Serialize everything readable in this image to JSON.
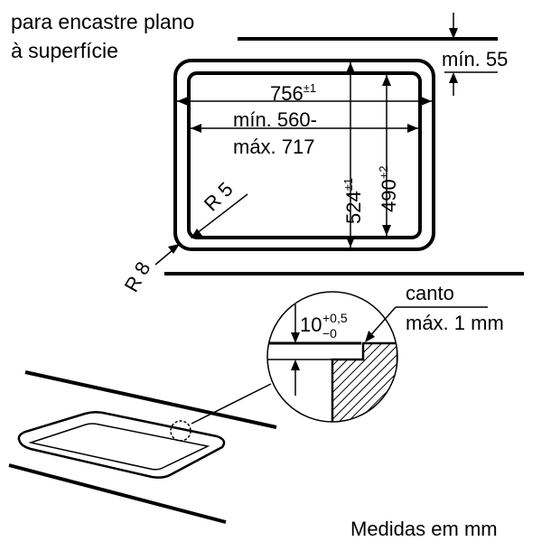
{
  "heading": {
    "line1": "para encastre plano",
    "line2": "à superfície"
  },
  "dims": {
    "min_depth": "mín. 55",
    "width_outer": "756",
    "width_outer_tol": "±1",
    "width_inner_min": "mín. 560-",
    "width_inner_max": "máx. 717",
    "depth_outer": "524",
    "depth_outer_tol": "±1",
    "depth_inner": "490",
    "depth_inner_tol": "+2",
    "radius_inner": "R 5",
    "radius_outer": "R 8"
  },
  "detail": {
    "edge_line1": "canto",
    "edge_line2": "máx. 1 mm",
    "recess_value": "10",
    "recess_tol_upper": "+0,5",
    "recess_tol_lower": "−0"
  },
  "footer": {
    "units_note": "Medidas em mm"
  }
}
